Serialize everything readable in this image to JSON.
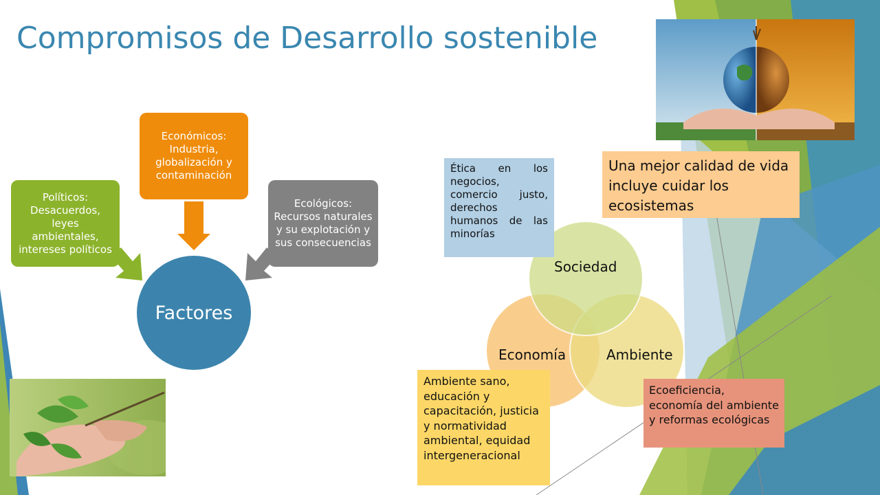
{
  "title": "Compromisos de Desarrollo sostenible",
  "factors_diagram": {
    "center": "Factores",
    "economicos": "Económicos:\nIndustria,\nglobalización y\ncontaminación",
    "politicos": "Políticos:\nDesacuerdos, leyes\nambientales,\nintereses políticos",
    "ecologicos": "Ecológicos:\nRecursos naturales\ny su explotación y\nsus consecuencias"
  },
  "venn": {
    "sociedad": "Sociedad",
    "economia": "Economía",
    "ambiente": "Ambiente"
  },
  "notes": {
    "etica": "Ética en los negocios, comercio justo, derechos humanos de las minorías",
    "calidad": "Una mejor calidad de vida incluye cuidar los ecosistemas",
    "ambiente_sano": "Ambiente sano, educación y capacitación, justicia y normatividad ambiental, equidad intergeneracional",
    "ecoeficiencia": "Ecoeficiencia, economía del ambiente y reformas ecológicas"
  },
  "colors": {
    "title": "#3a87b0",
    "economicos": "#ef8c0b",
    "politicos": "#8cb32c",
    "ecologicos": "#828282",
    "factores": "#3c84ad",
    "sociedad": "#cddc86",
    "economia": "#f8c67a",
    "ambiente": "#eddb83"
  }
}
